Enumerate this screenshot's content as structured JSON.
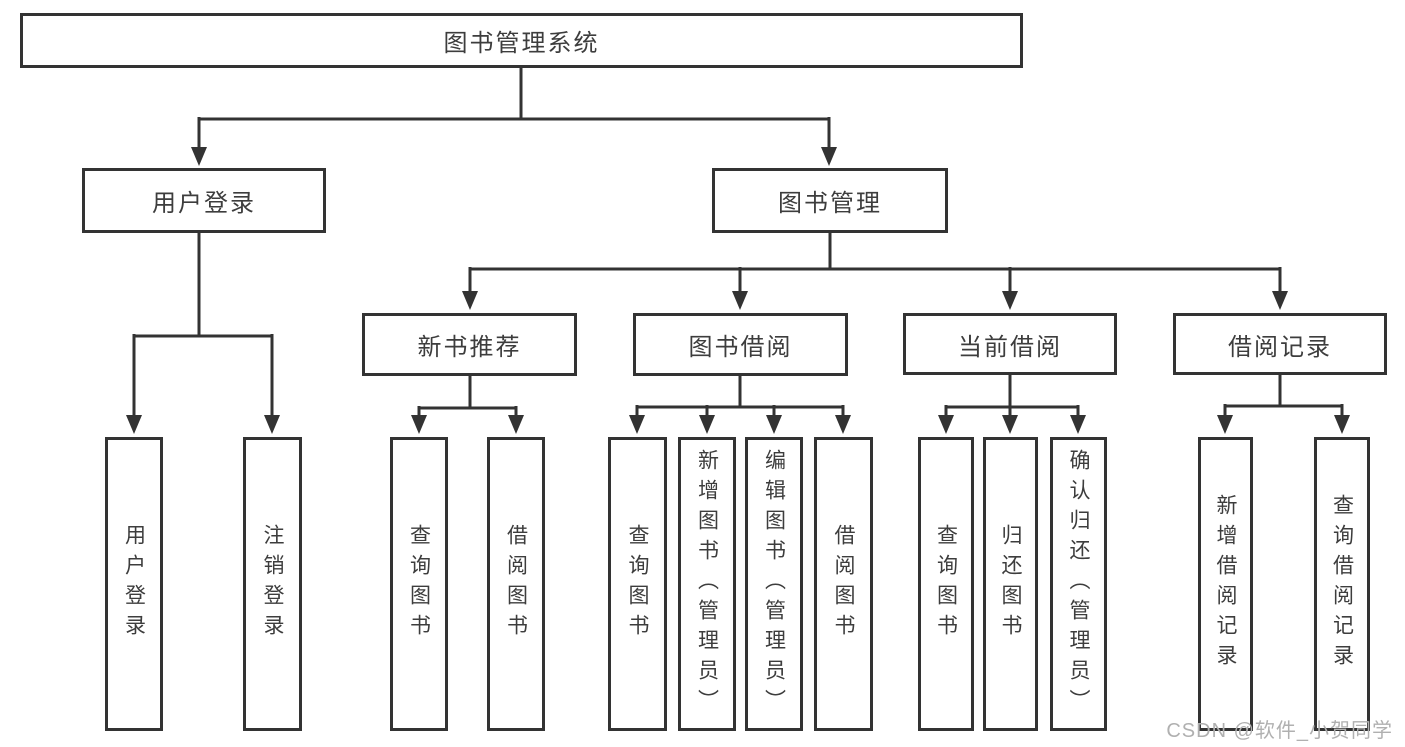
{
  "diagram": {
    "title": "图书管理系统",
    "level1": [
      {
        "label": "用户登录"
      },
      {
        "label": "图书管理"
      }
    ],
    "level2": [
      {
        "label": "新书推荐"
      },
      {
        "label": "图书借阅"
      },
      {
        "label": "当前借阅"
      },
      {
        "label": "借阅记录"
      }
    ],
    "leaves": {
      "user_login": [
        "用户登录",
        "注销登录"
      ],
      "new_book_rec": [
        "查询图书",
        "借阅图书"
      ],
      "book_borrow": [
        "查询图书",
        "新增图书（管理员）",
        "编辑图书（管理员）",
        "借阅图书"
      ],
      "current_borrow": [
        "查询图书",
        "归还图书",
        "确认归还（管理员）"
      ],
      "borrow_records": [
        "新增借阅记录",
        "查询借阅记录"
      ]
    },
    "colors": {
      "line": "#333333",
      "text": "#3d3d3d",
      "box_background": "#ffffff",
      "watermark": "#b0b0b0"
    }
  },
  "watermark": {
    "text": "CSDN @软件_小贺同学"
  }
}
